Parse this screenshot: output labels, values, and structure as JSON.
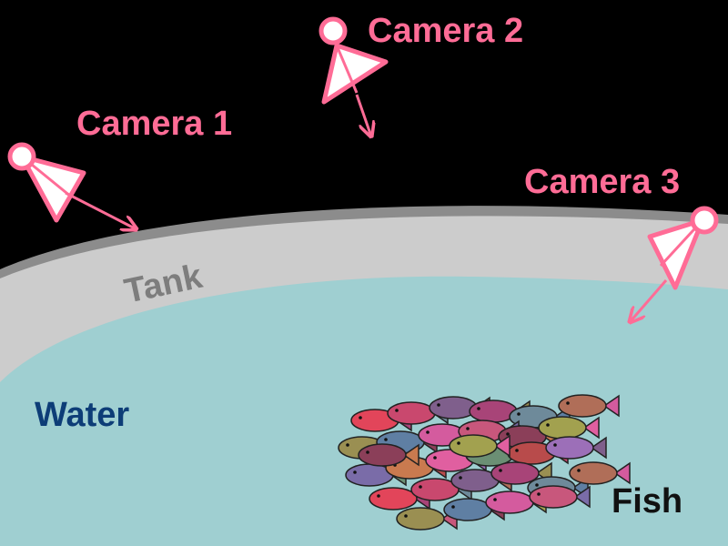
{
  "labels": {
    "camera1": "Camera 1",
    "camera2": "Camera 2",
    "camera3": "Camera 3",
    "tank": "Tank",
    "water": "Water",
    "fish": "Fish"
  },
  "colors": {
    "background": "#000000",
    "tank_wall": "#cccccc",
    "tank_rim": "#8c8c8c",
    "water": "#9fcfd1",
    "camera": "#ff6c96",
    "tank_label": "#7d7d7d",
    "water_label": "#0d3d77",
    "fish_label": "#111111"
  },
  "fish_colors": [
    "#e2455a",
    "#c9486e",
    "#7f5f8c",
    "#a84478",
    "#6e8a9a",
    "#b06e58",
    "#9a8f52",
    "#5f7fa3",
    "#d45b9e",
    "#c8577c",
    "#8b3f59",
    "#a2a14f",
    "#7a6ca8",
    "#c97a4f",
    "#e05fa0",
    "#6b8f74",
    "#b84b4b",
    "#9c6fb8"
  ]
}
